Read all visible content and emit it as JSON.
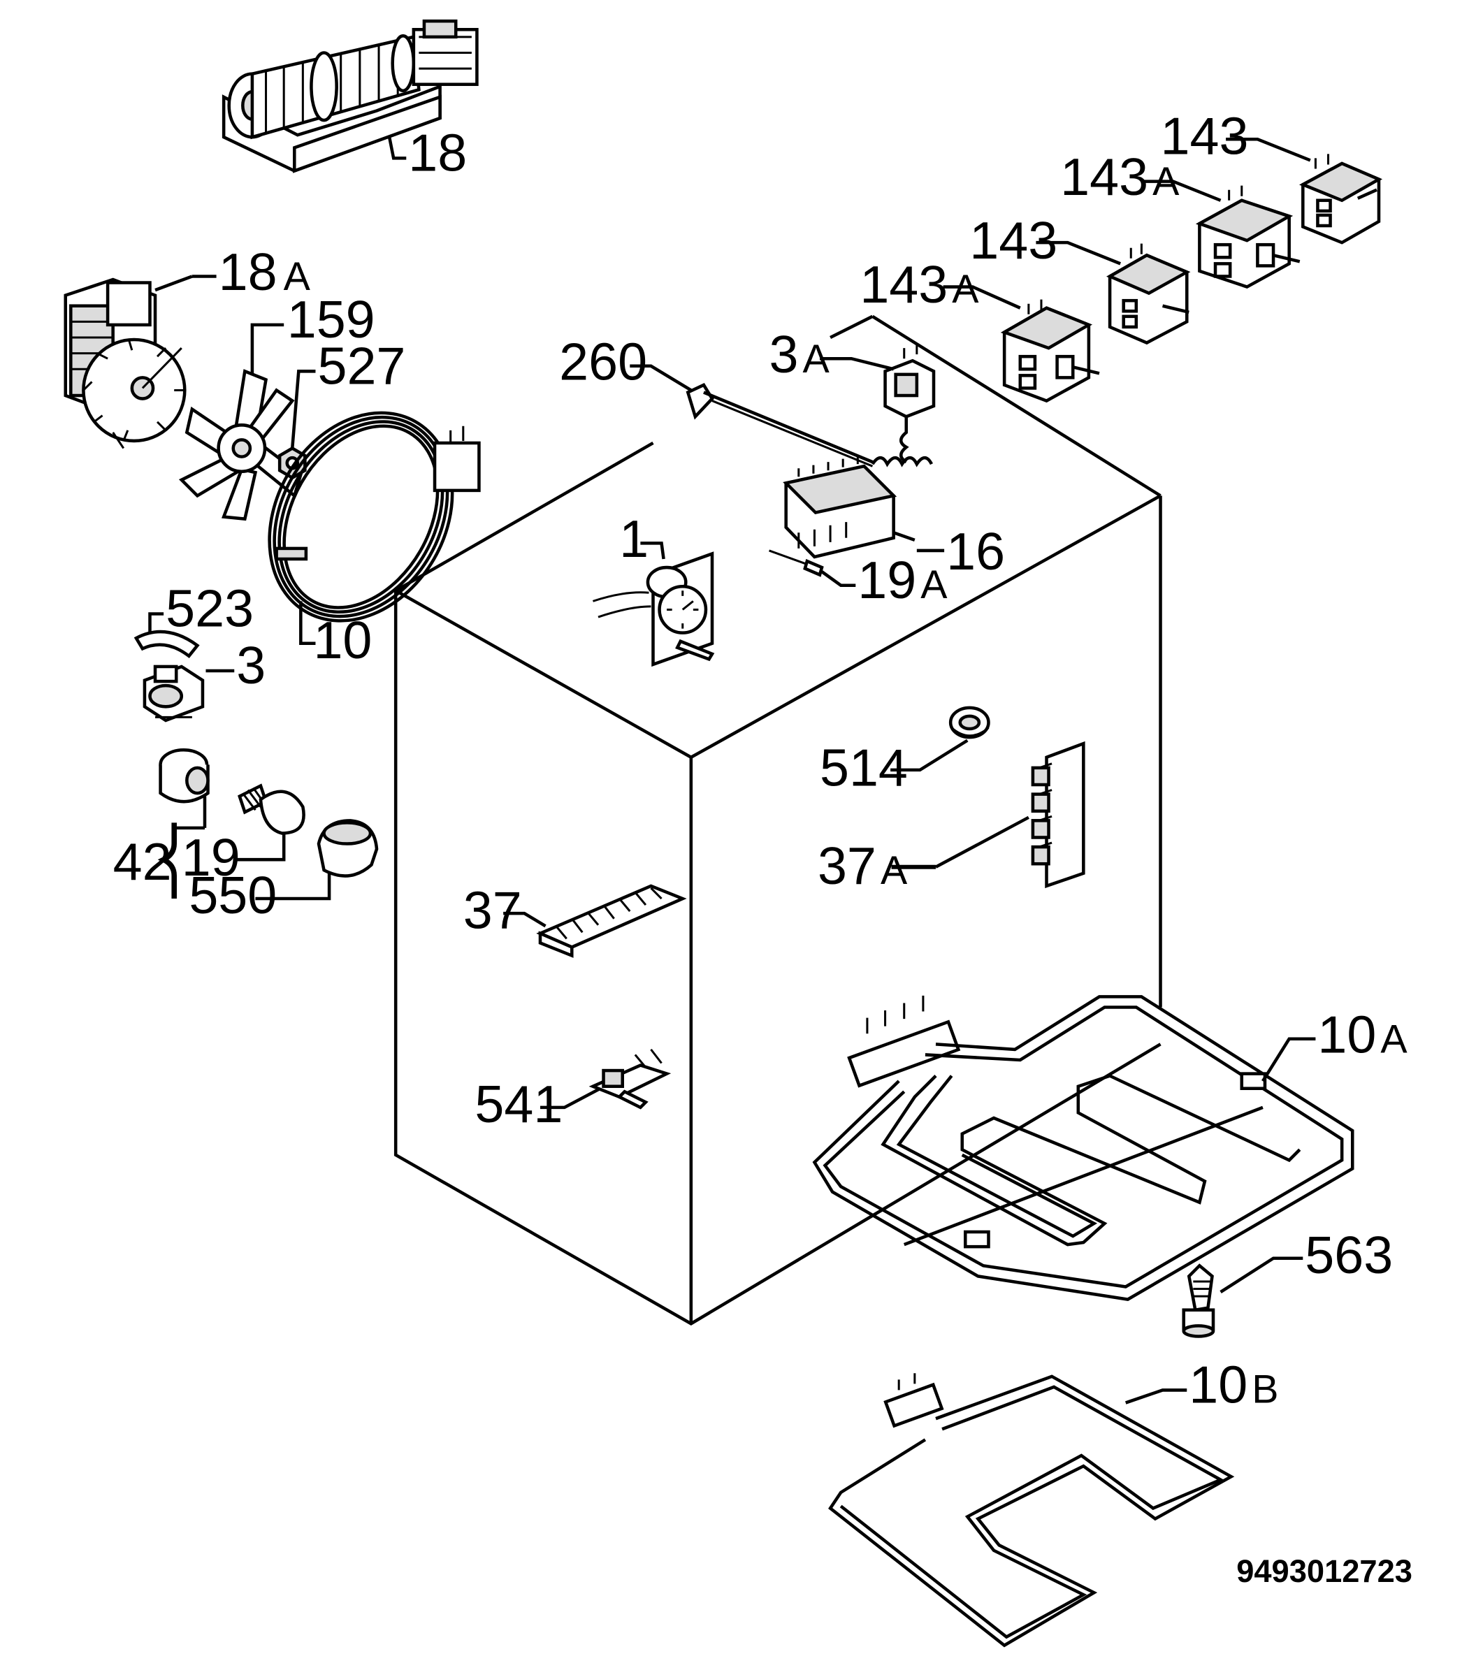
{
  "document_number": "9493012723",
  "labels": {
    "p18": "18",
    "p18a": "18",
    "p18a_suffix": "A",
    "p159": "159",
    "p527": "527",
    "p10": "10",
    "p523": "523",
    "p3": "3",
    "p42": "42",
    "p19": "19",
    "p550": "550",
    "p260": "260",
    "p3a": "3",
    "p3a_suffix": "A",
    "p143_top": "143",
    "p143a_1": "143",
    "p143a_1_suffix": "A",
    "p143_2": "143",
    "p143a_2": "143",
    "p143a_2_suffix": "A",
    "p1": "1",
    "p16": "16",
    "p19a": "19",
    "p19a_suffix": "A",
    "p514": "514",
    "p37a": "37",
    "p37a_suffix": "A",
    "p37": "37",
    "p541": "541",
    "p10a": "10",
    "p10a_suffix": "A",
    "p563": "563",
    "p10b": "10",
    "p10b_suffix": "B"
  }
}
